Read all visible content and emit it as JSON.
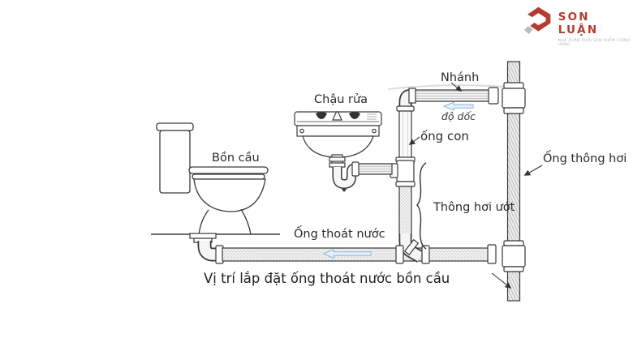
{
  "logo": {
    "brand": "SON LUẬN",
    "tagline": "NHÀ PHÂN PHỐI SẢN PHẨM CHÍNH HÃNG",
    "brand_color": "#b63b30",
    "mark_gray": "#bcbcbc"
  },
  "labels": {
    "sink": "Chậu rửa",
    "toilet": "Bồn cầu",
    "branch": "Nhánh",
    "slope": "độ dốc",
    "branch_pipe": "ống con",
    "vent_pipe": "Ống thông hơi",
    "wet_vent": "Thông hơi ướt",
    "drain_pipe": "Ống thoát nước",
    "caption": "Vị trí lắp đặt ống thoát nước bồn cầu"
  },
  "colors": {
    "line": "#3a3a3a",
    "pipe_fill": "#f1f1f1",
    "flow_arrow_stroke": "#8fb3d6",
    "flow_arrow_fill": "#e7f0fa",
    "background": "#ffffff"
  }
}
